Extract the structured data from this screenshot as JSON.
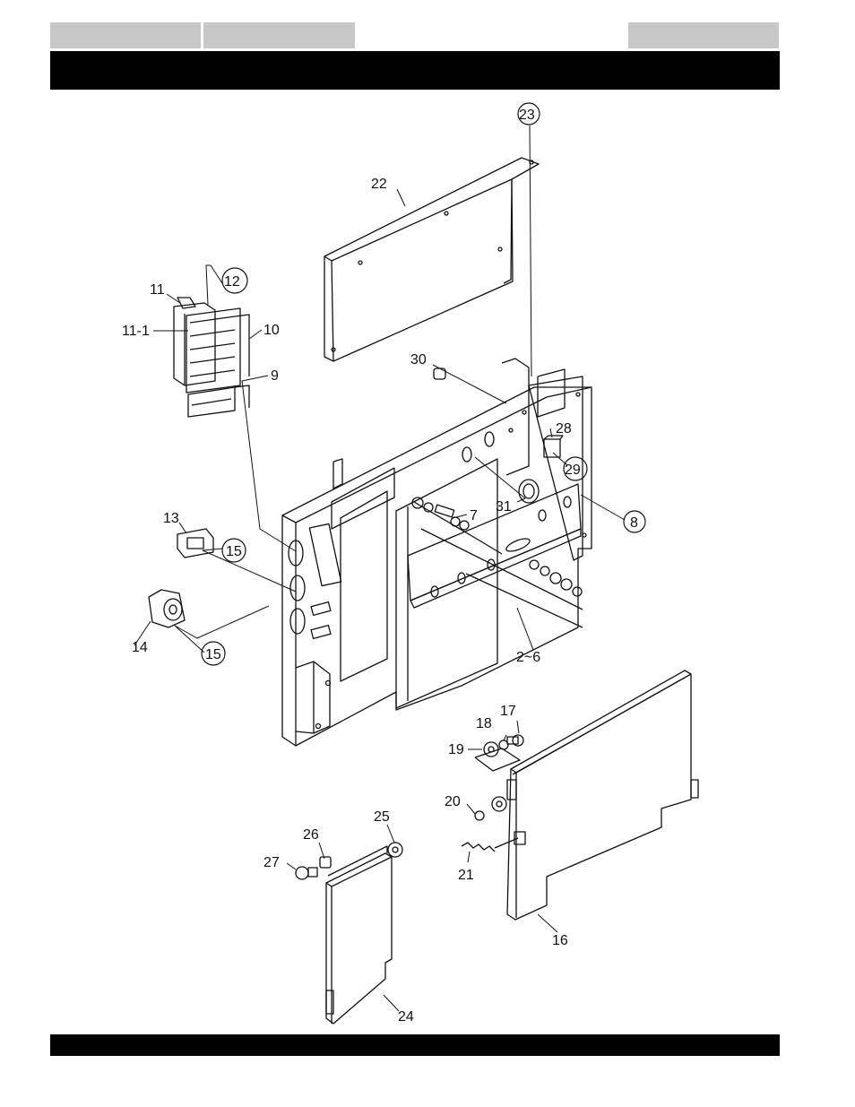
{
  "page": {
    "header_tabs": [
      "",
      "",
      ""
    ],
    "header_title": "",
    "footer_text": ""
  },
  "callouts": {
    "p2_6": "2~6",
    "p7": "7",
    "p8": "8",
    "p9": "9",
    "p10": "10",
    "p11": "11",
    "p11_1": "11-1",
    "p12": "12",
    "p13": "13",
    "p14": "14",
    "p15a": "15",
    "p15b": "15",
    "p16": "16",
    "p17": "17",
    "p18": "18",
    "p19": "19",
    "p20": "20",
    "p21": "21",
    "p22": "22",
    "p23": "23",
    "p24": "24",
    "p25": "25",
    "p26": "26",
    "p27": "27",
    "p28": "28",
    "p29": "29",
    "p30": "30",
    "p31": "31"
  }
}
